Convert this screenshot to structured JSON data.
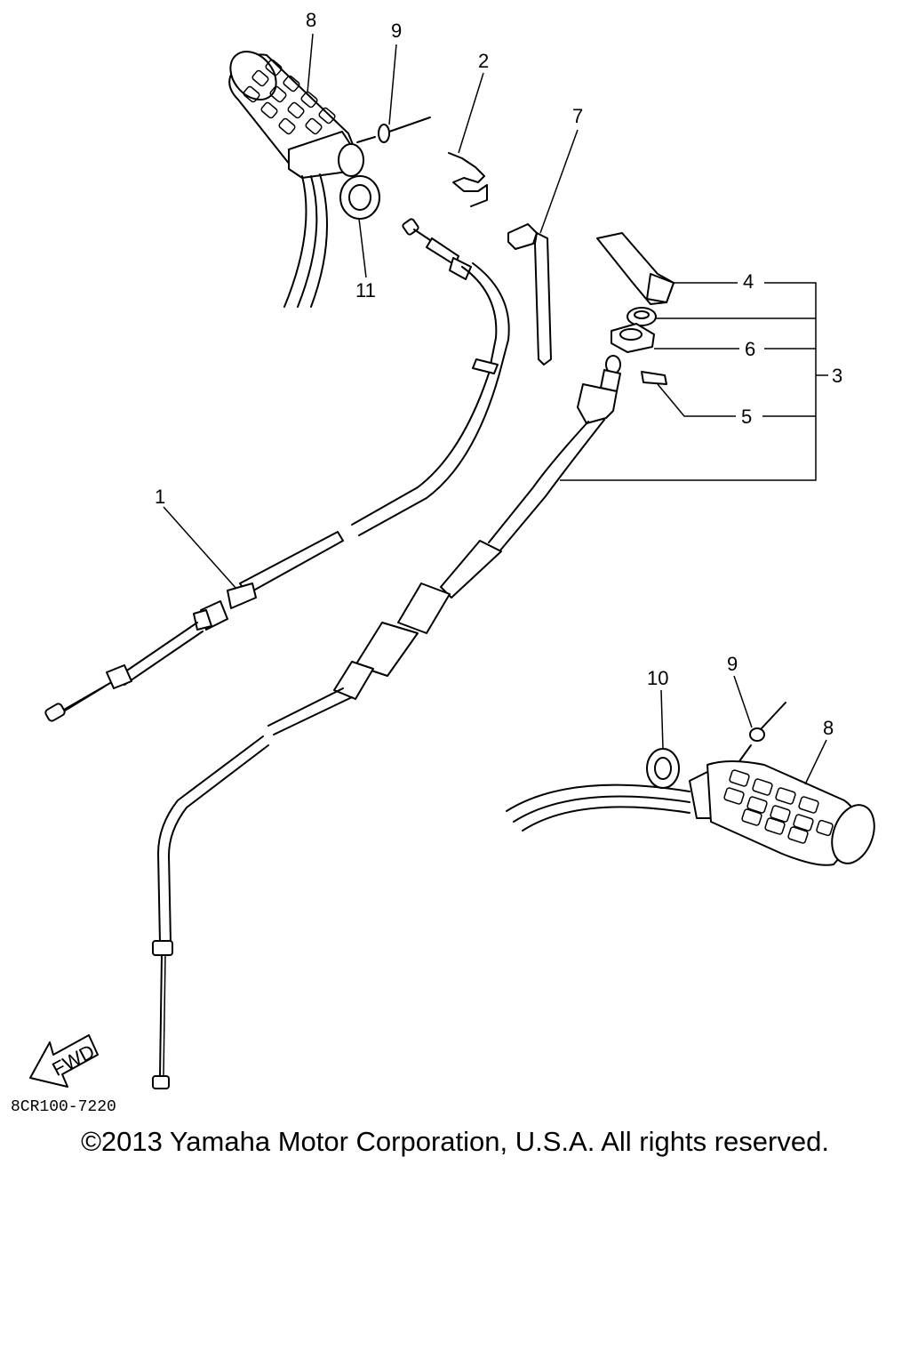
{
  "callouts": {
    "c1": "1",
    "c2": "2",
    "c3": "3",
    "c4": "4",
    "c5": "5",
    "c6": "6",
    "c7": "7",
    "c8a": "8",
    "c8b": "8",
    "c9a": "9",
    "c9b": "9",
    "c10": "10",
    "c11": "11"
  },
  "fwd_label": "FWD",
  "diagram_code": "8CR100-7220",
  "copyright": "©2013 Yamaha Motor Corporation, U.S.A. All rights reserved."
}
